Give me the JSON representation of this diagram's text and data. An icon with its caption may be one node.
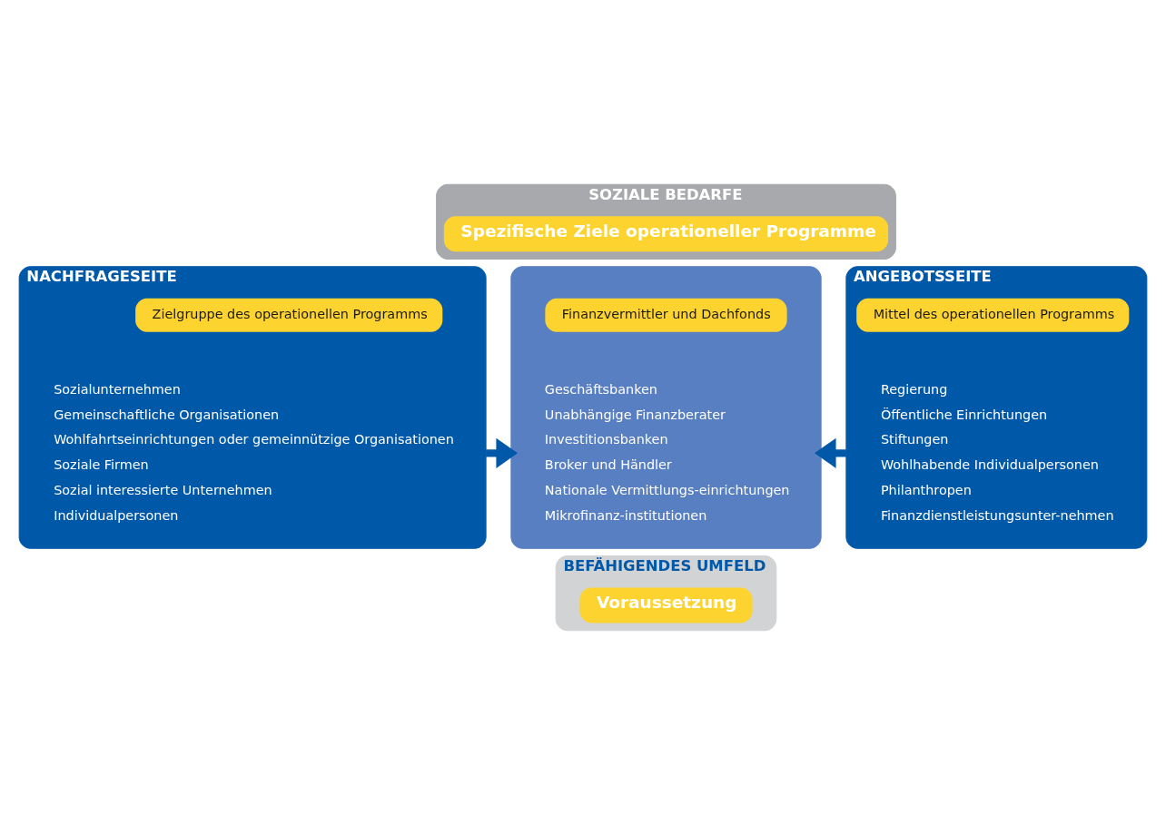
{
  "diagram": {
    "nodes": [
      {
        "text": [
          "SOZIALE BEDARFE"
        ]
      },
      {
        "text": [
          "Spezifische Ziele operationeller Programme"
        ],
        "in": 0
      },
      {
        "text": [
          "NACHFRAGESEITE",
          "Sozialunternehmen",
          "Gemeinschaftliche Organisationen",
          "Wohlfahrtseinrichtungen oder gemeinnützige Organisationen",
          "Soziale Firmen",
          "Sozial interessierte Unternehmen",
          "Individualpersonen"
        ]
      },
      {
        "text": [
          "Zielgruppe des operationellen Programms"
        ],
        "in": 2
      },
      {
        "text": [
          "Geschäftsbanken",
          "Unabhängige Finanzberater",
          "Investitionsbanken",
          "Broker und Händler",
          "Nationale Vermittlungs-einrichtungen",
          "Mikrofinanz-institutionen"
        ]
      },
      {
        "text": [
          "Finanzvermittler und Dachfonds"
        ],
        "in": 4
      },
      {
        "text": [
          "ANGEBOTSSEITE",
          "Regierung",
          "Öffentliche Einrichtungen",
          "Stiftungen",
          "Wohlhabende Individualpersonen",
          "Philanthropen",
          "Finanzdienstleistungsunter-nehmen"
        ]
      },
      {
        "text": [
          "Mittel des operationellen Programms"
        ],
        "in": 6
      },
      {
        "text": [
          "BEFÄHIGENDES UMFELD"
        ]
      },
      {
        "text": [
          "Voraussetzung"
        ],
        "in": 8
      }
    ],
    "edges": [
      {
        "from": 2,
        "to": 4,
        "arrow": "to"
      },
      {
        "from": 6,
        "to": 4,
        "arrow": "to"
      }
    ]
  }
}
